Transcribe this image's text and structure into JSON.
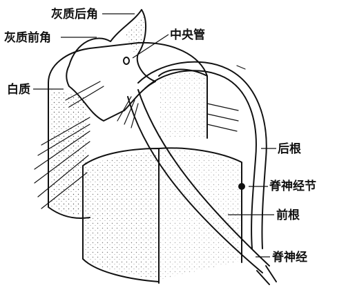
{
  "labels": {
    "gray_posterior_horn": "灰质后角",
    "gray_anterior_horn": "灰质前角",
    "central_canal": "中央管",
    "white_matter": "白质",
    "dorsal_root": "后根",
    "spinal_ganglion": "脊神经节",
    "ventral_root": "前根",
    "spinal_nerve": "脊神经"
  },
  "colors": {
    "ink": "#111111",
    "paper": "#ffffff"
  }
}
